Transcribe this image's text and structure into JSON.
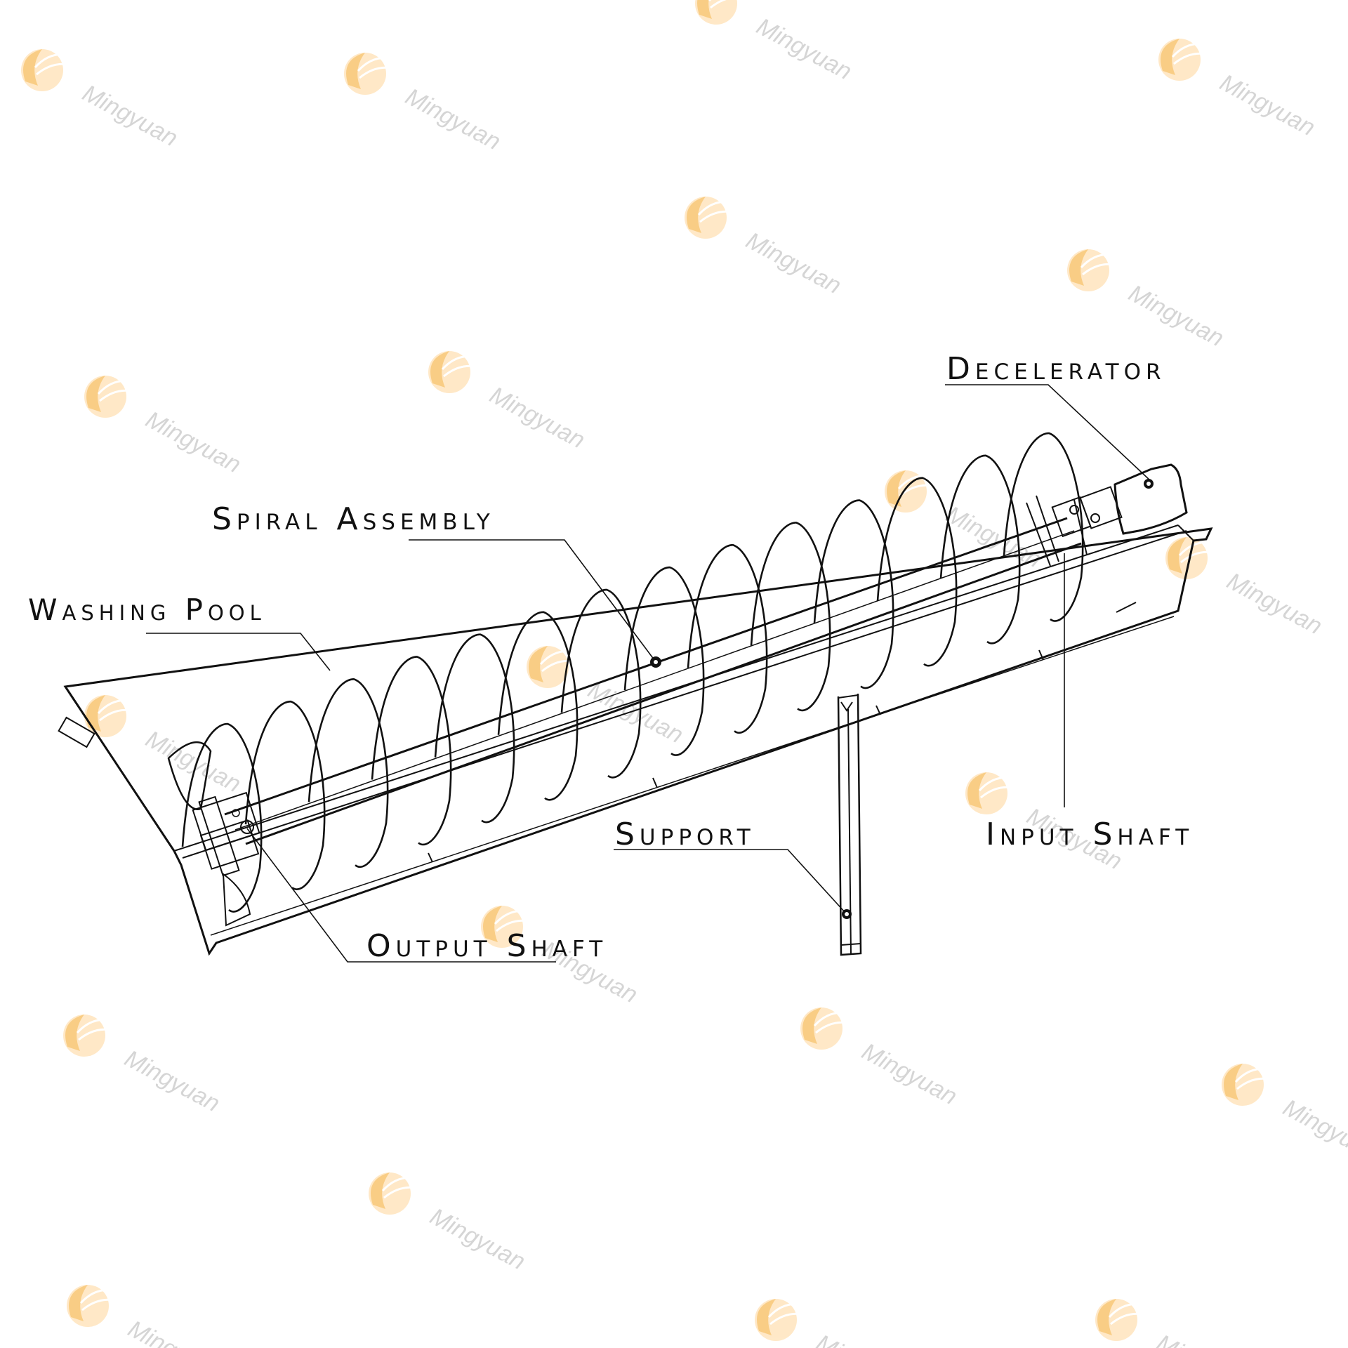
{
  "labels": {
    "decelerator": "Decelerator",
    "spiral_assembly": "Spiral Assembly",
    "washing_pool": "Washing Pool",
    "support": "Support",
    "input_shaft": "Input Shaft",
    "output_shaft": "Output Shaft"
  },
  "watermark": {
    "text": "Mingyuan",
    "colors": {
      "outer": "#f5a623",
      "inner": "#ffd79a"
    }
  },
  "colors": {
    "line": "#111111",
    "background": "#ffffff"
  }
}
